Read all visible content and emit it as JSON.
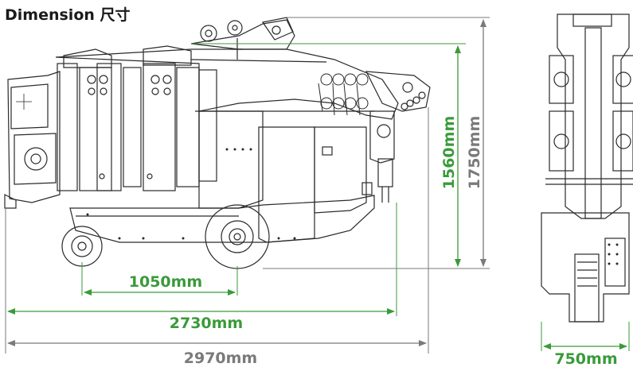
{
  "title": "Dimension 尺寸",
  "dimensions": {
    "wheelbase": "1050mm",
    "body_length": "2730mm",
    "overall_length": "2970mm",
    "track_width": "750mm",
    "height_retracted": "1560mm",
    "height_overall": "1750mm"
  },
  "colors": {
    "dimension_green": "#3a9a3a",
    "dimension_gray": "#7a7a7a",
    "machine_line": "#2a2a2a"
  }
}
